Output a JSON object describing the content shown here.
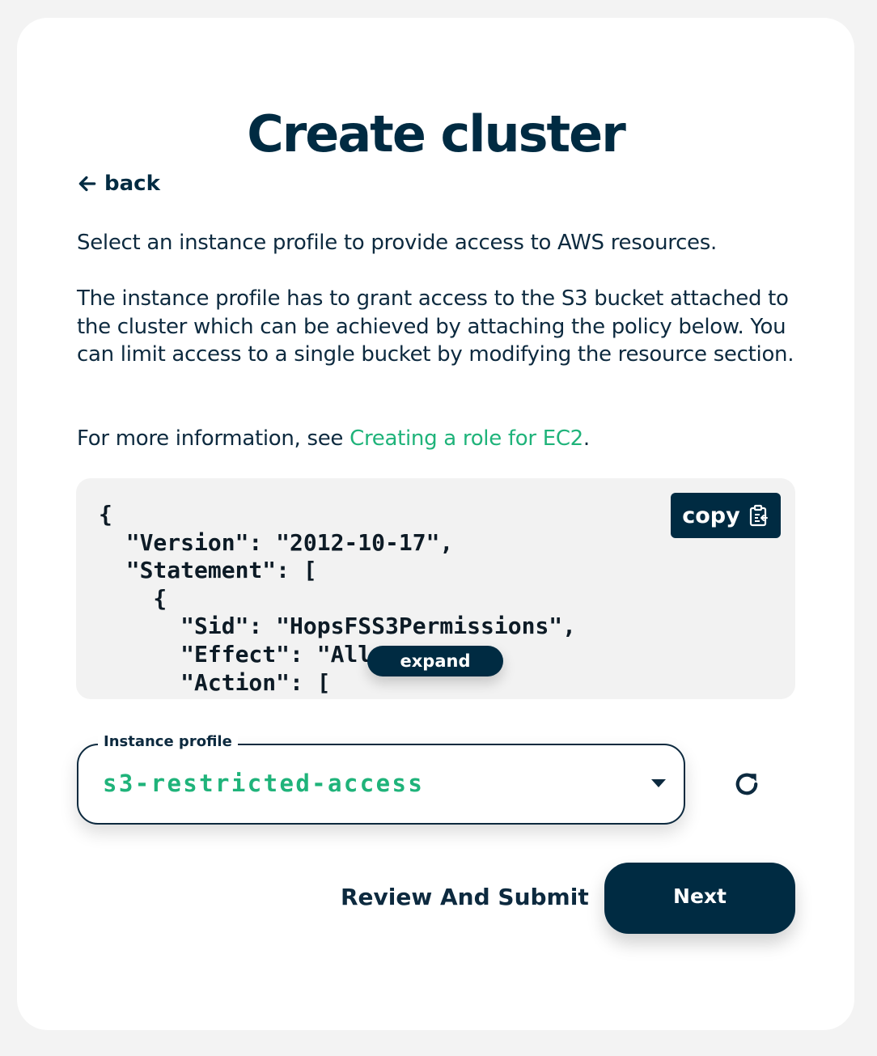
{
  "page": {
    "title": "Create cluster"
  },
  "nav": {
    "back_label": "back",
    "back_icon": "arrow-left-icon"
  },
  "description": {
    "intro": "Select an instance profile to provide access to AWS resources.",
    "details": "The instance profile has to grant access to the S3 bucket attached to the cluster which can be achieved by attaching the policy below. You can limit access to a single bucket by modifying the resource section.",
    "more_info_prefix": "For more information, see ",
    "more_info_link": "Creating a role for EC2",
    "more_info_suffix": "."
  },
  "policy": {
    "code": "{\n  \"Version\": \"2012-10-17\",\n  \"Statement\": [\n    {\n      \"Sid\": \"HopsFSS3Permissions\",\n      \"Effect\": \"Allow\",\n      \"Action\": [",
    "copy_label": "copy",
    "copy_icon": "clipboard-copy-icon",
    "expand_label": "expand"
  },
  "instance_profile": {
    "label": "Instance profile",
    "value": "s3-restricted-access",
    "dropdown_icon": "caret-down-icon",
    "refresh_icon": "refresh-icon"
  },
  "actions": {
    "review_label": "Review And Submit",
    "next_label": "Next"
  },
  "colors": {
    "primary": "#002b42",
    "accent": "#1fb37a",
    "background": "#f3f3f3",
    "code_background": "#f2f2f2"
  }
}
